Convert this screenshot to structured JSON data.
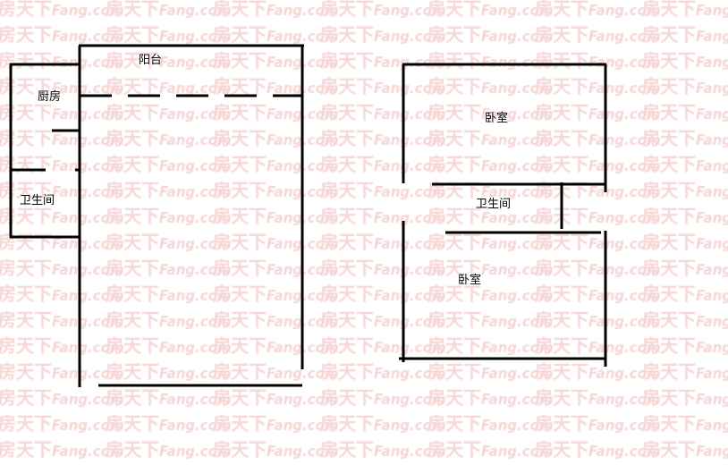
{
  "watermark": {
    "brand_cn": "房天下",
    "brand_en": "Fang.com"
  },
  "left_unit": {
    "balcony": "阳台",
    "kitchen": "厨房",
    "bathroom": "卫生间"
  },
  "right_unit": {
    "bedroom_top": "卧室",
    "bathroom": "卫生间",
    "bedroom_bottom": "卧室"
  },
  "colors": {
    "wall": "#000000",
    "watermark": "#f6d6d6"
  }
}
